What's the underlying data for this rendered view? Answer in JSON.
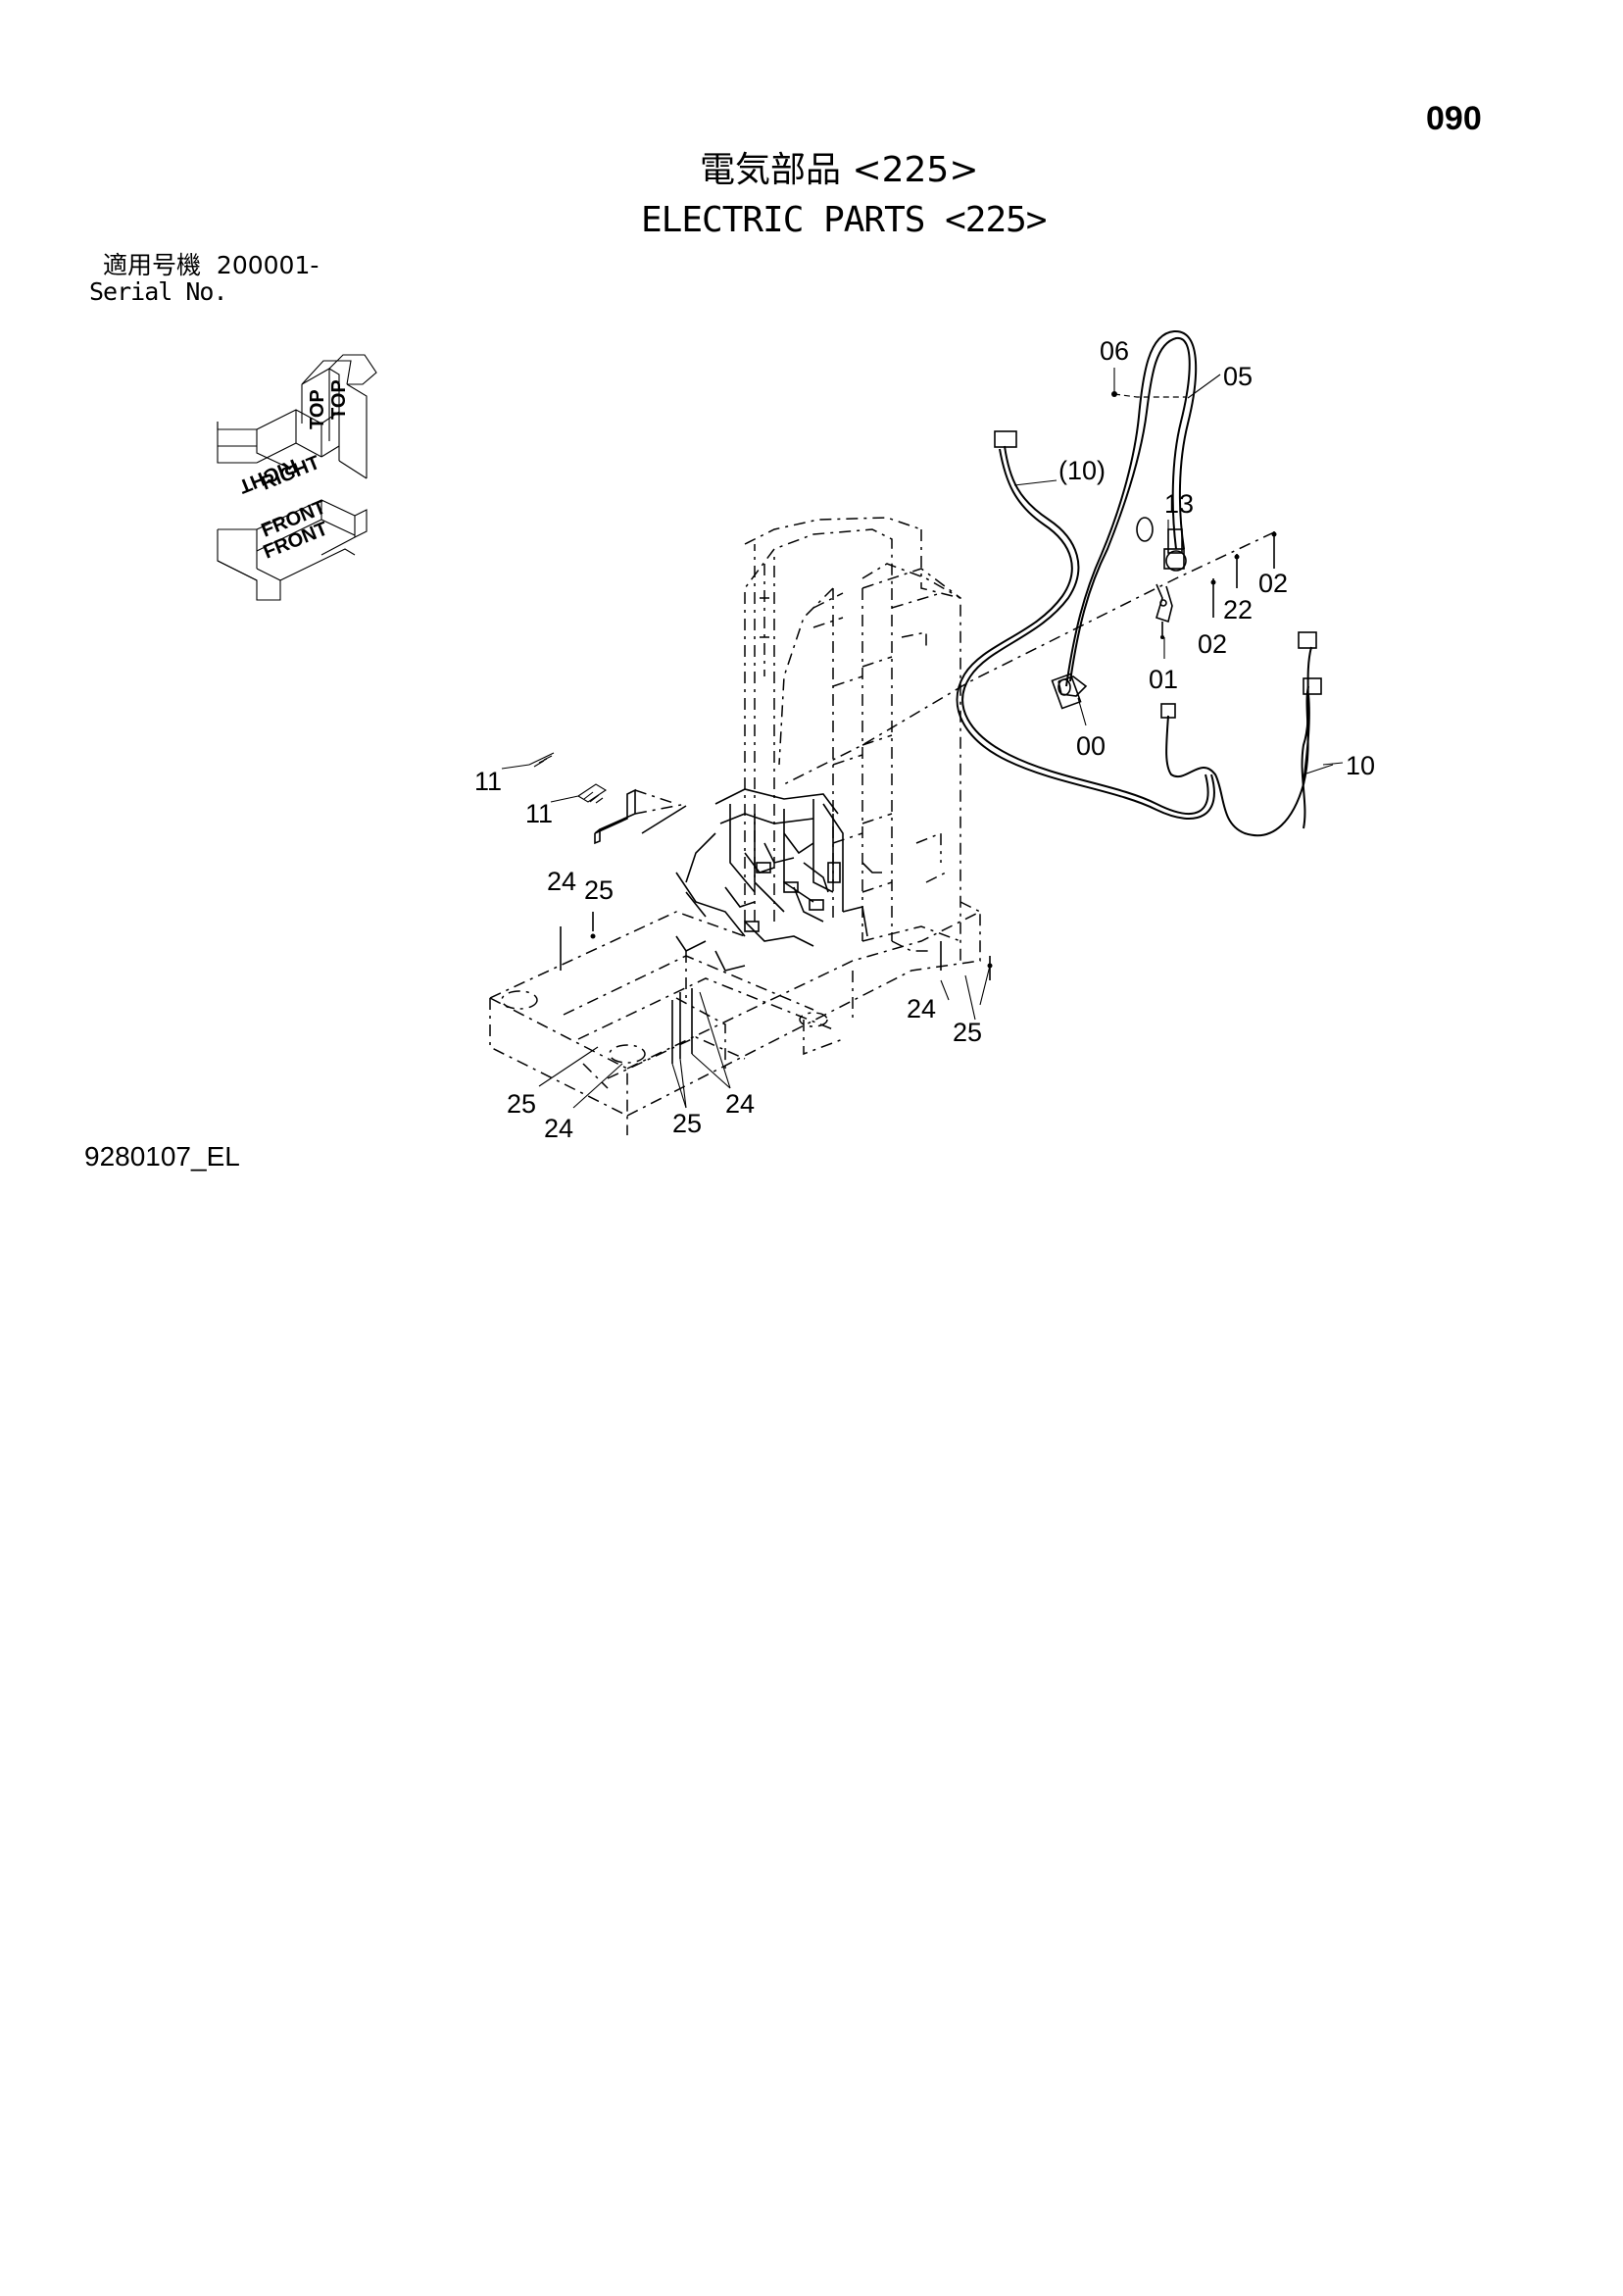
{
  "header": {
    "page_number": "090",
    "title_jp": "電気部品 <225>",
    "title_en": "ELECTRIC PARTS <225>"
  },
  "serial": {
    "label_jp": "適用号機",
    "value": "200001-",
    "label_en": "Serial No."
  },
  "orientation_icon": {
    "labels": [
      "TOP",
      "TOP",
      "RIGHT",
      "RIGHT",
      "FRONT",
      "FRONT"
    ]
  },
  "callouts": [
    "06",
    "05",
    "(10)",
    "13",
    "02",
    "22",
    "02",
    "01",
    "00",
    "10",
    "11",
    "11",
    "24",
    "25",
    "24",
    "25",
    "25",
    "24",
    "25",
    "24"
  ],
  "footer": {
    "drawing_code": "9280107_EL"
  }
}
